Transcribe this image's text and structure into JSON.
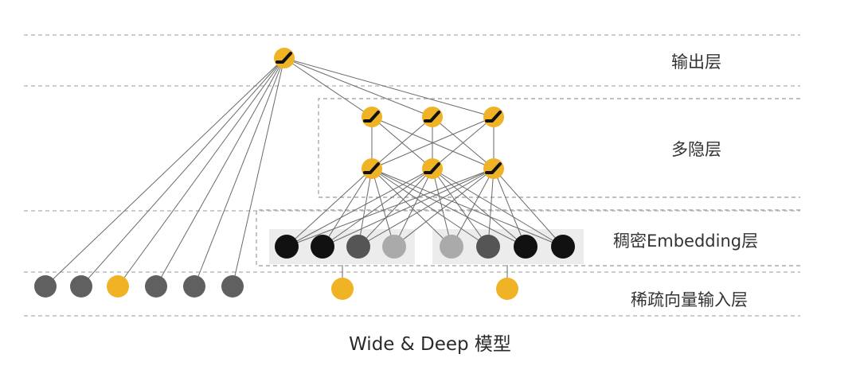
{
  "layers": {
    "output": "输出层",
    "hidden": "多隐层",
    "embedding": "稠密Embedding层",
    "sparse_input": "稀疏向量输入层"
  },
  "caption": "Wide & Deep 模型",
  "colors": {
    "activation": "#f0b326",
    "dark": "#111111",
    "gray": "#606060",
    "light_gray": "#aaaaaa",
    "line": "#6a6a6a",
    "separator": "#bbbbbb"
  }
}
